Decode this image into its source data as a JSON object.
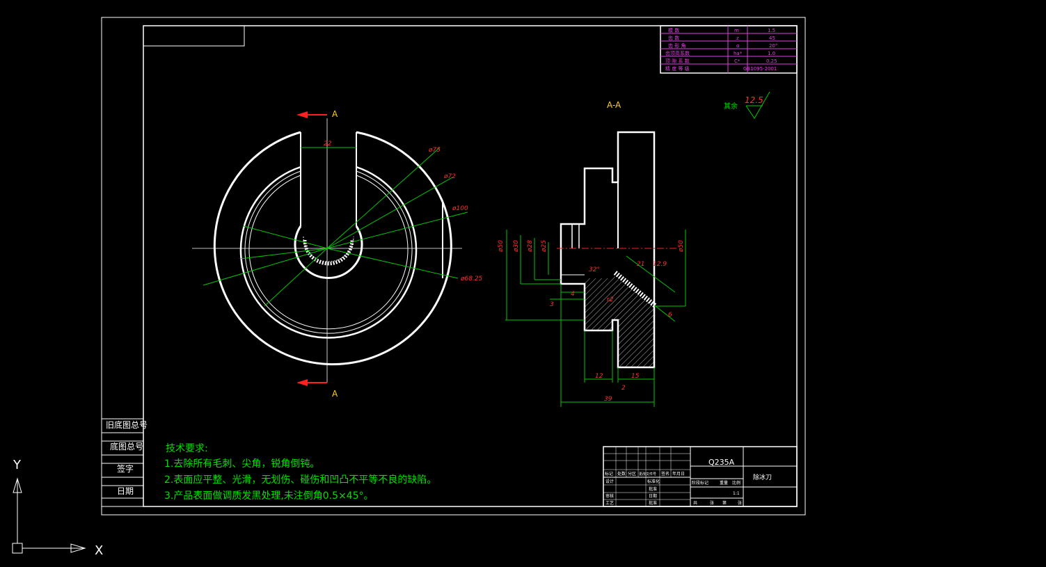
{
  "params_table": {
    "rows": [
      {
        "name": "模 数",
        "symbol": "m",
        "value": "1.5"
      },
      {
        "name": "齿 数",
        "symbol": "z",
        "value": "45"
      },
      {
        "name": "齿 形 角",
        "symbol": "α",
        "value": "20°"
      },
      {
        "name": "齿顶高系数",
        "symbol": "ha*",
        "value": "1.0"
      },
      {
        "name": "顶 隙 系 数",
        "symbol": "C*",
        "value": "0.25"
      },
      {
        "name": "精 度 等 级",
        "symbol": "",
        "value": "GB1095-2001"
      }
    ]
  },
  "front_view": {
    "section_mark": "A",
    "dimensions": {
      "width": "22",
      "d1": "ø75",
      "d2": "ø72",
      "d3": "ø100",
      "d4": "ø68.25"
    }
  },
  "section_view": {
    "title": "A-A",
    "dims": {
      "d50_left": "ø50",
      "d30": "ø30",
      "d28": "ø28",
      "d25": "ø25",
      "d50_right": "ø50",
      "angle": "32°",
      "three": "3",
      "four": "4",
      "twelve": "12",
      "fifteen": "15",
      "two": "2",
      "thirtynine": "39",
      "d21": "21",
      "d129": "12.9",
      "d6": "6",
      "r": "r2"
    }
  },
  "roughness": {
    "label": "其余",
    "value": "12.5"
  },
  "left_stamps": [
    "旧底图总号",
    "底图总号",
    "签字",
    "日期"
  ],
  "tech_requirements": {
    "title": "技术要求:",
    "items": [
      "1.去除所有毛刺、尖角，锐角倒钝。",
      "2.表面应平整、光滑，无划伤、碰伤和凹凸不平等不良的缺陷。",
      "3.产品表面做调质发黑处理,未注倒角0.5×45°。"
    ]
  },
  "title_block": {
    "material": "Q235A",
    "part_name": "除冰刀",
    "row_labels": [
      "标记",
      "处数",
      "分区",
      "更改文件号",
      "签名",
      "年月日"
    ],
    "left_labels": [
      "设计",
      "审核",
      "工艺"
    ],
    "mid_labels": [
      "标准化",
      "批准",
      "日期",
      "批准"
    ],
    "stage_labels": [
      "阶段标记",
      "重量",
      "比例"
    ],
    "scale": "1:1",
    "sheets": [
      "共",
      "张",
      "第",
      "张"
    ]
  },
  "ucs": {
    "x": "X",
    "y": "Y"
  }
}
